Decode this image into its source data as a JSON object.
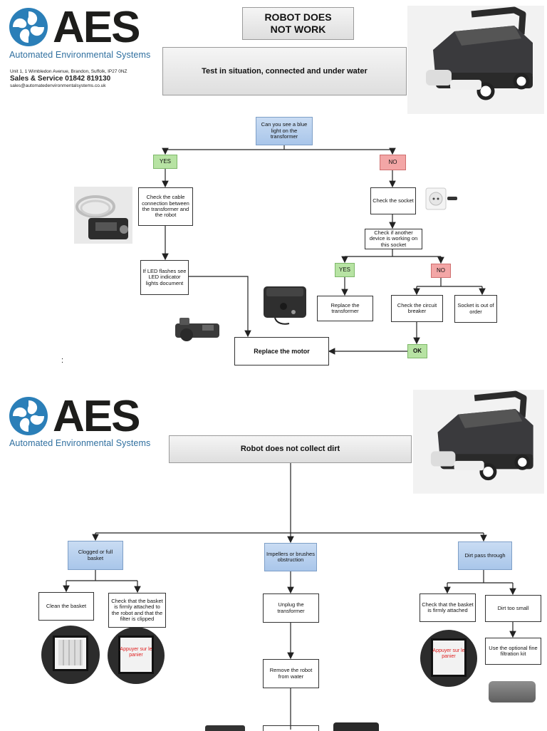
{
  "page1": {
    "logo": {
      "word": "AES",
      "tagline": "Automated Environmental Systems"
    },
    "contact": {
      "address": "Unit 1, 1 Wimbledon Avenue, Brandon, Suffolk, IP27 0NZ",
      "phone": "Sales & Service 01842 819130",
      "email": "sales@automatedenvironmentalsystems.co.uk"
    },
    "title": "ROBOT DOES NOT WORK",
    "subtitle": "Test in situation, connected and under water",
    "question": "Can you see a blue light on the transformer",
    "yes": "YES",
    "no": "NO",
    "check_cable": "Check the cable connection between the transformer and the robot",
    "led_flashes": "If LED flashes see LED indicator lights document",
    "check_socket": "Check the socket",
    "check_device": "Check if another device is working on this socket",
    "yes2": "YES",
    "no2": "NO",
    "replace_transformer": "Replace the transformer",
    "check_breaker": "Check the circuit breaker",
    "socket_out": "Socket is out of order",
    "ok": "OK",
    "replace_motor": "Replace the motor",
    "stray_mark": ":"
  },
  "page2": {
    "logo": {
      "word": "AES",
      "tagline": "Automated Environmental Systems"
    },
    "title": "Robot does not collect dirt",
    "clogged": "Clogged or full basket",
    "impellers": "Impellers or brushes obstruction",
    "dirt_pass": "Dirt pass through",
    "clean_basket": "Clean the basket",
    "check_basket_attached": "Check that the basket is firmly attached to the robot and that the filter is clipped",
    "unplug": "Unplug the transformer",
    "remove_robot": "Remove the robot from water",
    "check_basket_firm": "Check that the basket is firmly attached",
    "dirt_small": "Dirt too small",
    "fine_filtration": "Use the optional fine filtration kit",
    "photo_text": "Appuyer sur le panier"
  },
  "colors": {
    "logo_blue": "#2b7fb8",
    "logo_dark": "#1d1d1b",
    "yes_green": "#b7e3a3",
    "no_red": "#f3a6a6",
    "question_blue": "#a9c6ea"
  }
}
